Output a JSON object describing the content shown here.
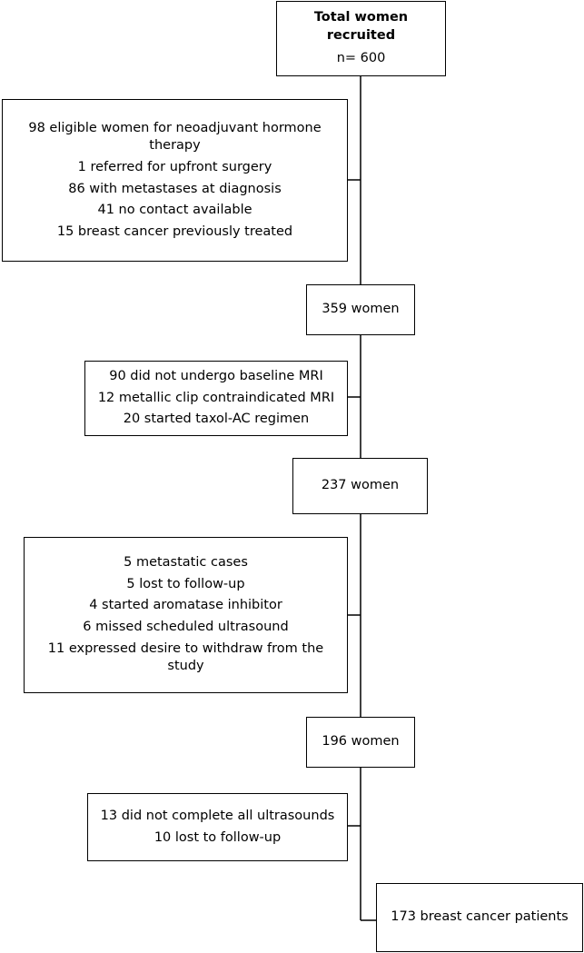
{
  "flow": {
    "total": {
      "title": "Total women recruited",
      "count": "n= 600"
    },
    "exclusion1": [
      "98 eligible women for neoadjuvant hormone therapy",
      "1 referred for upfront surgery",
      "86 with metastases at diagnosis",
      "41 no contact available",
      "15 breast cancer previously treated"
    ],
    "stage2": "359 women",
    "exclusion2": [
      "90 did not undergo baseline MRI",
      "12 metallic clip contraindicated MRI",
      "20 started taxol-AC regimen"
    ],
    "stage3": "237 women",
    "exclusion3": [
      "5 metastatic cases",
      "5 lost to follow-up",
      "4 started aromatase inhibitor",
      "6 missed scheduled ultrasound",
      "11 expressed desire to withdraw from the study"
    ],
    "stage4": "196 women",
    "exclusion4": [
      "13 did not complete all ultrasounds",
      "10 lost to follow-up"
    ],
    "final": "173 breast cancer patients"
  }
}
